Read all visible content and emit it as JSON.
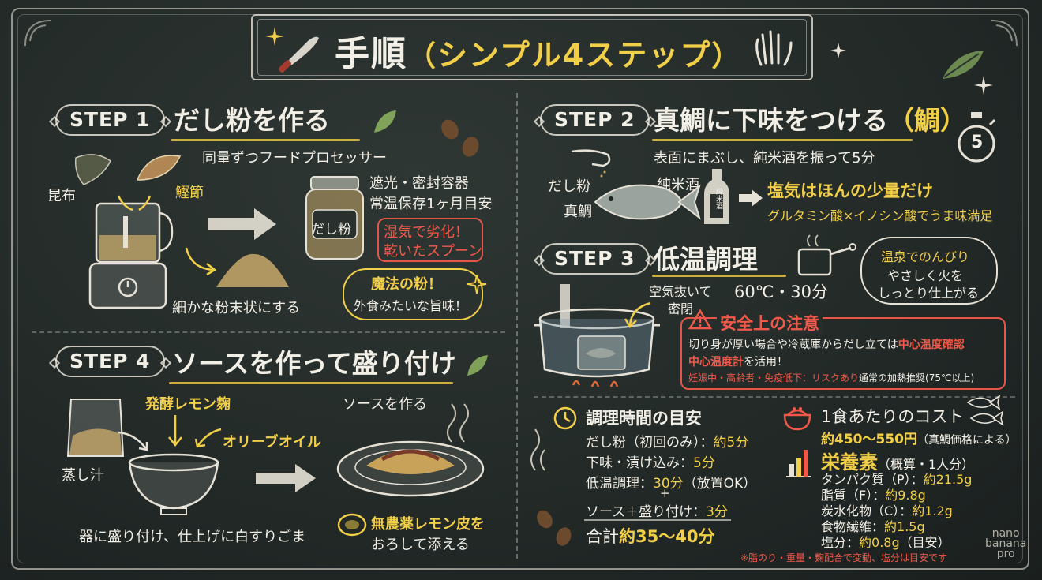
{
  "title": {
    "main": "手順",
    "sub": "シンプル4ステップ",
    "open": "（",
    "close": "）"
  },
  "step1": {
    "badge": "STEP 1",
    "heading": "だし粉を作る",
    "processor": "同量ずつフードプロセッサー",
    "kombu": "昆布",
    "katsuobushi": "鰹節",
    "powder_caption": "細かな粉末状にする",
    "jar_label": "だし粉",
    "storage_line1": "遮光・密封容器",
    "storage_line2": "常温保存1ヶ月目安",
    "warning_line1": "湿気で劣化！",
    "warning_line2": "乾いたスプーン",
    "magic_line1": "魔法の粉！",
    "magic_line2": "外食みたいな旨味！"
  },
  "step2": {
    "badge": "STEP 2",
    "heading": "真鯛に下味をつける",
    "heading_tag": "（鯛）",
    "instruction": "表面にまぶし、純米酒を振って5分",
    "dashi": "だし粉",
    "madai": "真鯛",
    "sake": "純米酒",
    "bottle_label": "純米酒",
    "timer": "5",
    "note_main": "塩気はほんの少量だけ",
    "note_sub": "グルタミン酸×イノシン酸でうま味満足"
  },
  "step3": {
    "badge": "STEP 3",
    "heading": "低温調理",
    "vacuum_line1": "空気抜いて",
    "vacuum_line2": "密閉",
    "temp": "60℃・30分",
    "onsen_line1": "温泉でのんびり",
    "onsen_line2": "やさしく火を",
    "onsen_line3": "しっとり仕上がる",
    "safety_title": "安全上の注意",
    "safety_line1": "切り身が厚い場合や冷蔵庫からだし立ては",
    "safety_line1_red": "中心温度確認",
    "safety_line2_red": "中心温度計",
    "safety_line2": "を活用！",
    "safety_line3_red": "妊娠中・高齢者・免疫低下：リスクあり",
    "safety_line3": "通常の加熱推奨(75℃以上)"
  },
  "step4": {
    "badge": "STEP 4",
    "heading": "ソースを作って盛り付け",
    "koji": "発酵レモン麹",
    "olive": "オリーブオイル",
    "steam": "蒸し汁",
    "sauce": "ソースを作る",
    "plate_caption": "器に盛り付け、仕上げに白すりごま",
    "lemon_line1": "無農薬レモン皮を",
    "lemon_line2": "おろして添える"
  },
  "time": {
    "heading": "調理時間の目安",
    "rows": [
      {
        "label": "だし粉（初回のみ）：",
        "value": "約5分"
      },
      {
        "label": "下味・漬け込み：",
        "value": "5分"
      },
      {
        "label": "低温調理：",
        "value": "30分",
        "extra": "（放置OK）"
      },
      {
        "label": "ソース＋盛り付け：",
        "value": "3分"
      }
    ],
    "plus": "+",
    "total_label": "合計",
    "total_value": "約35〜40分"
  },
  "cost": {
    "heading": "1食あたりのコスト",
    "value": "約450〜550円",
    "note": "（真鯛価格による）"
  },
  "nutrition": {
    "heading": "栄養素",
    "heading_note": "（概算・1人分）",
    "rows": [
      {
        "label": "タンパク質（P）：",
        "value": "約21.5g"
      },
      {
        "label": "脂質（F）：",
        "value": "約9.8g"
      },
      {
        "label": "炭水化物（C）：",
        "value": "約1.2g"
      },
      {
        "label": "食物繊維：",
        "value": "約1.5g"
      },
      {
        "label": "塩分：",
        "value": "約0.8g",
        "extra": "（目安）"
      }
    ],
    "footnote": "※脂のり・重量・麹配合で変動、塩分は目安です"
  },
  "watermark": {
    "line1": "nano",
    "line2": "banana",
    "line3": "pro"
  },
  "colors": {
    "board": "#262d2b",
    "chalk": "#f2efe6",
    "accent": "#f2cf48",
    "alert": "#f0594a"
  }
}
